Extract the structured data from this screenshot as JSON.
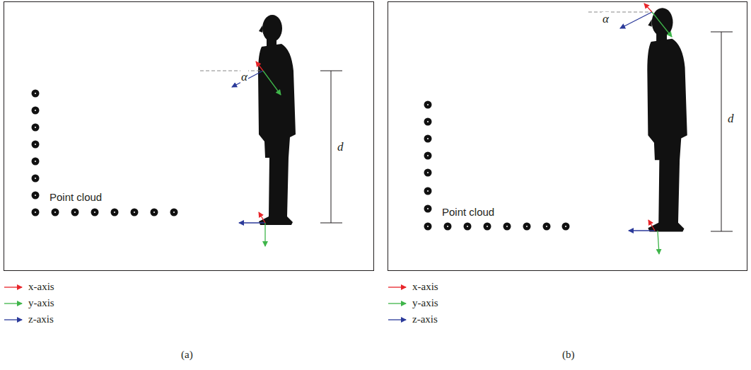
{
  "diagram": {
    "labels": [
      "Point cloud",
      "α",
      "d",
      "(a)",
      "Point cloud",
      "α",
      "d",
      "(b)"
    ],
    "legend": [
      {
        "text": "x-axis"
      },
      {
        "text": "y-axis"
      },
      {
        "text": "z-axis"
      },
      {
        "text": "x-axis"
      },
      {
        "text": "y-axis"
      },
      {
        "text": "z-axis"
      }
    ]
  }
}
